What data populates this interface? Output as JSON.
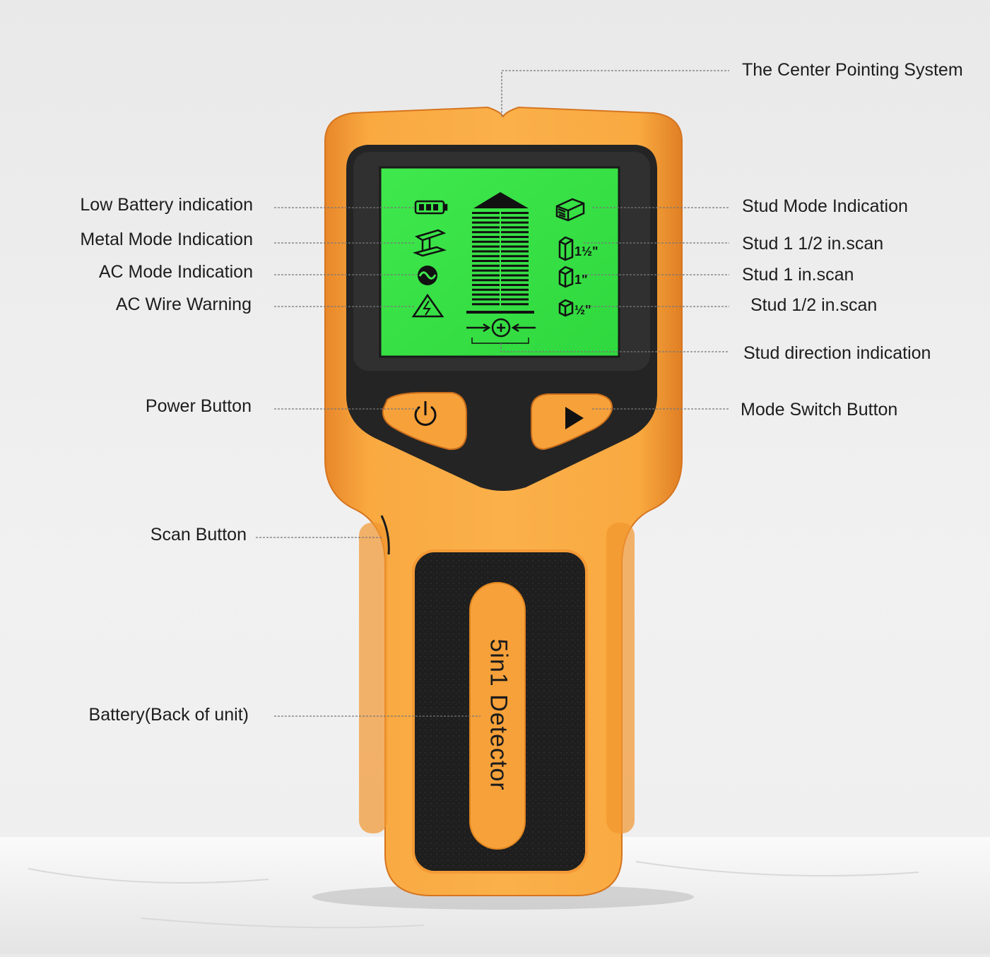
{
  "product": {
    "name": "5in1 Detector",
    "body_color": "#f7a13a",
    "screen_color": "#39e84a",
    "accent_dark": "#222222"
  },
  "callouts": {
    "left": [
      {
        "id": "low-battery",
        "label": "Low Battery indication"
      },
      {
        "id": "metal-mode",
        "label": "Metal Mode Indication"
      },
      {
        "id": "ac-mode",
        "label": "AC Mode Indication"
      },
      {
        "id": "ac-wire",
        "label": "AC Wire Warning"
      },
      {
        "id": "power-button",
        "label": "Power Button"
      },
      {
        "id": "scan-button",
        "label": "Scan Button"
      },
      {
        "id": "battery",
        "label": "Battery(Back of unit)"
      }
    ],
    "right": [
      {
        "id": "center-pointing",
        "label": "The Center Pointing System"
      },
      {
        "id": "stud-mode",
        "label": "Stud Mode Indication"
      },
      {
        "id": "stud-1-5",
        "label": "Stud 1 1/2 in.scan"
      },
      {
        "id": "stud-1",
        "label": "Stud 1 in.scan"
      },
      {
        "id": "stud-0-5",
        "label": "Stud 1/2 in.scan"
      },
      {
        "id": "stud-direction",
        "label": "Stud direction indication"
      },
      {
        "id": "mode-switch",
        "label": "Mode Switch Button"
      }
    ]
  },
  "screen_icons": {
    "stud_1_5": "1½\"",
    "stud_1": "1\"",
    "stud_0_5": "½\""
  },
  "icons": [
    "battery-icon",
    "metal-beam-icon",
    "ac-wave-icon",
    "warning-bolt-icon",
    "stud-block-icon",
    "power-icon",
    "play-icon",
    "crosshair-icon"
  ]
}
